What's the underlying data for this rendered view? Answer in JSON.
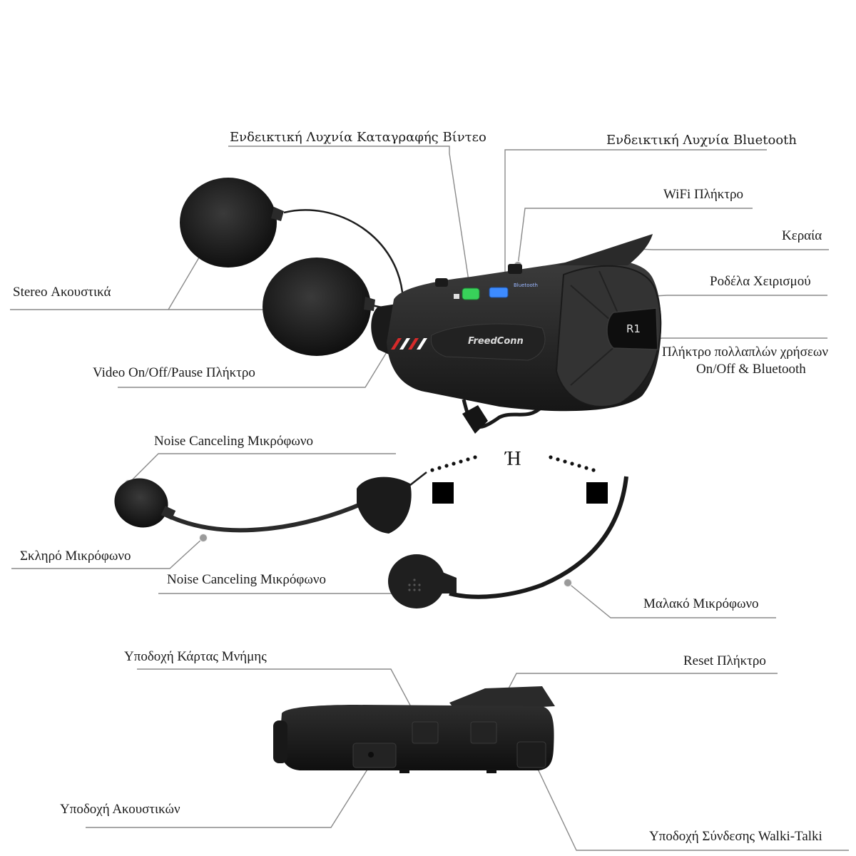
{
  "labels": {
    "video_led": "Ενδεικτική Λυχνία Καταγραφής Βίντεο",
    "bt_led": "Ενδεικτική Λυχνία Bluetooth",
    "wifi_button": "WiFi Πλήκτρο",
    "antenna": "Κεραία",
    "jog_wheel": "Ροδέλα Χειρισμού",
    "stereo_speakers": "Stereo Ακουστικά",
    "multi_button_line1": "Πλήκτρο πολλαπλών χρήσεων",
    "multi_button_line2": "On/Off & Bluetooth",
    "video_button": "Video On/Off/Pause Πλήκτρο",
    "boom_mic_label": "Noise Canceling Μικρόφωνο",
    "or_text": "Ή",
    "hard_mic": "Σκληρό Μικρόφωνο",
    "wired_mic_label": "Noise Canceling Μικρόφωνο",
    "soft_mic": "Μαλακό Μικρόφωνο",
    "sd_slot": "Υποδοχή Κάρτας Μνήμης",
    "reset_button": "Reset Πλήκτρο",
    "headset_jack": "Υποδοχή Ακουστικών",
    "walkie_port": "Υποδοχή Σύνδεσης Walki-Talki"
  },
  "device": {
    "brand": "FreedConn",
    "button_r1": "R1",
    "bt_small": "Bluetooth"
  },
  "colors": {
    "device_body": "#2b2b2b",
    "accent_green": "#38d15a",
    "accent_blue": "#3d8bff",
    "accent_red": "#d62a2a"
  }
}
